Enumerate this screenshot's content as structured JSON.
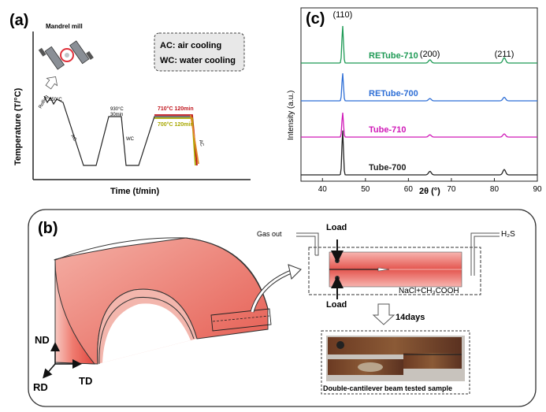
{
  "panel_a": {
    "label": "(a)",
    "ylabel": "Temperature (T/°C)",
    "xlabel": "Time (t/min)",
    "mandrel_label": "Mandrel mill",
    "legend": [
      "AC: air cooling",
      "WC: water cooling"
    ],
    "step_labels": {
      "rolling": "Rolling",
      "t850": "850°C",
      "ac1": "AC",
      "t930": "930°C",
      "t930_time": "30min",
      "wc": "WC",
      "t710": "710°C 120min",
      "t700": "700°C 120min",
      "ac2": "AC"
    },
    "colors": {
      "t710": "#c0141c",
      "t700": "#a8a800"
    }
  },
  "panel_b": {
    "label": "(b)",
    "axes": [
      "ND",
      "RD",
      "TD"
    ],
    "gas_out": "Gas out",
    "h2s": "H₂S",
    "load_top": "Load",
    "load_bottom": "Load",
    "solution": "NaCl+CH₃COOH",
    "duration": "14days",
    "sample_caption": "Double-cantilever beam tested sample"
  },
  "chart_data": {
    "type": "line",
    "title": "(c)",
    "xlabel": "2θ (°)",
    "ylabel": "Intensity (a.u.)",
    "xlim": [
      35,
      90
    ],
    "xticks": [
      40,
      50,
      60,
      70,
      80,
      90
    ],
    "peak_labels": [
      {
        "text": "(110)",
        "x": 44.7
      },
      {
        "text": "(200)",
        "x": 65.0
      },
      {
        "text": "(211)",
        "x": 82.3
      }
    ],
    "peaks": [
      {
        "x": 44.7,
        "rel_height": [
          1.0,
          0.55,
          0.62,
          0.7
        ]
      },
      {
        "x": 65.0,
        "rel_height": [
          0.08,
          0.05,
          0.05,
          0.06
        ]
      },
      {
        "x": 82.3,
        "rel_height": [
          0.12,
          0.07,
          0.08,
          0.1
        ]
      }
    ],
    "series": [
      {
        "name": "Tube-700",
        "color": "#222222"
      },
      {
        "name": "Tube-710",
        "color": "#d019b8"
      },
      {
        "name": "RETube-700",
        "color": "#2f6fd6"
      },
      {
        "name": "RETube-710",
        "color": "#1e9a55"
      }
    ],
    "grid": false
  }
}
